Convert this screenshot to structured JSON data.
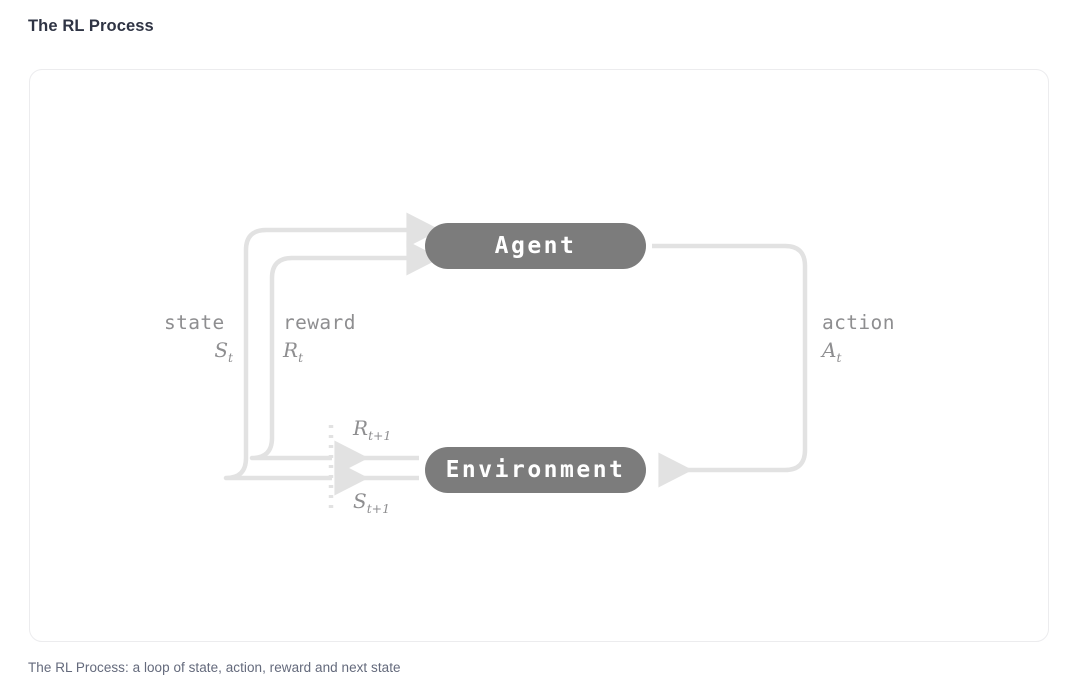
{
  "page": {
    "title": "The RL Process",
    "caption": "The RL Process: a loop of state, action, reward and next state"
  },
  "colors": {
    "title_text": "#2f3444",
    "caption_text": "#646a7c",
    "card_border": "#ececee",
    "node_fill": "#7c7c7c",
    "node_text": "#ffffff",
    "edge_stroke": "#e2e2e2",
    "label_text": "#8e8e90",
    "dotted_line": "#e2e2e2",
    "background": "#ffffff"
  },
  "diagram": {
    "type": "cycle-loop",
    "nodes": [
      {
        "id": "agent",
        "label": "Agent"
      },
      {
        "id": "environment",
        "label": "Environment"
      }
    ],
    "edges": [
      {
        "id": "state",
        "from": "environment",
        "to": "agent",
        "label": "state",
        "symbol_base": "S",
        "symbol_sub": "t"
      },
      {
        "id": "reward",
        "from": "environment",
        "to": "agent",
        "label": "reward",
        "symbol_base": "R",
        "symbol_sub": "t"
      },
      {
        "id": "action",
        "from": "agent",
        "to": "environment",
        "label": "action",
        "symbol_base": "A",
        "symbol_sub": "t"
      },
      {
        "id": "reward-next",
        "from": "environment",
        "to": "boundary",
        "label": "",
        "symbol_base": "R",
        "symbol_sub": "t+1"
      },
      {
        "id": "state-next",
        "from": "environment",
        "to": "boundary",
        "label": "",
        "symbol_base": "S",
        "symbol_sub": "t+1"
      }
    ]
  }
}
